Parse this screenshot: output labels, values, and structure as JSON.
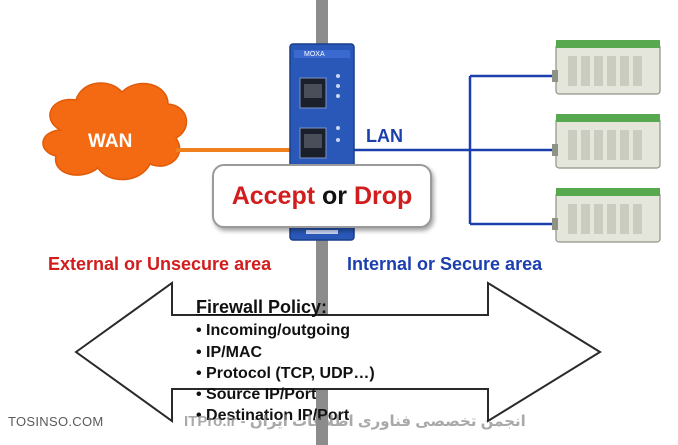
{
  "device": {
    "brand": "MOXA"
  },
  "labels": {
    "wan": "WAN",
    "lan": "LAN",
    "accept": "Accept",
    "or": "or",
    "drop": "Drop",
    "external_area": "External or Unsecure area",
    "internal_area": "Internal or Secure area"
  },
  "policy": {
    "title": "Firewall Policy:",
    "items": [
      "• Incoming/outgoing",
      "• IP/MAC",
      "• Protocol (TCP, UDP…)",
      "• Source IP/Port",
      "• Destination IP/Port"
    ]
  },
  "watermark": {
    "left": "TOSINSO.COM",
    "right": "ITPro.ir - انجمن تخصصی فناوری اطلاعات ایران"
  },
  "colors": {
    "wan_cloud": "#f46a12",
    "wan_line": "#f07f1d",
    "lan_line": "#1c3fae",
    "red_text": "#d11d1d",
    "device_body": "#2a58b8",
    "rail": "#8c8c8c"
  }
}
